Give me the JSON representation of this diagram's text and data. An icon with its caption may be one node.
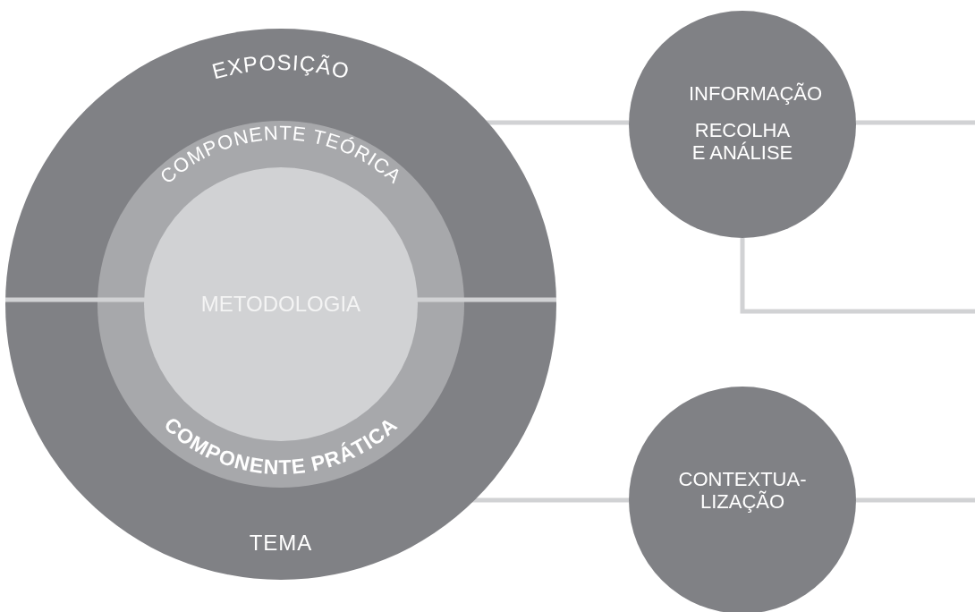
{
  "diagram": {
    "nodes": [
      {
        "text": [
          "EXPOSIÇÃO",
          "TEMA"
        ]
      },
      {
        "text": [
          "COMPONENTE TEÓRICA",
          "COMPONENTE PRÁTICA"
        ],
        "in": 0
      },
      {
        "text": [
          "METODOLOGIA"
        ],
        "in": 1
      },
      {
        "text": [
          "INFORMAÇÃO",
          "RECOLHA E ANÁLISE"
        ]
      },
      {
        "text": [
          "CONTEXTUA- LIZAÇÃO"
        ]
      }
    ],
    "edges": [
      {
        "from": 0,
        "to": 3,
        "arrow": "none"
      },
      {
        "from": 3,
        "to": null,
        "arrow": "none"
      },
      {
        "from": 3,
        "to": null,
        "arrow": "none"
      },
      {
        "from": 0,
        "to": 4,
        "arrow": "none"
      },
      {
        "from": 4,
        "to": null,
        "arrow": "none"
      }
    ]
  }
}
